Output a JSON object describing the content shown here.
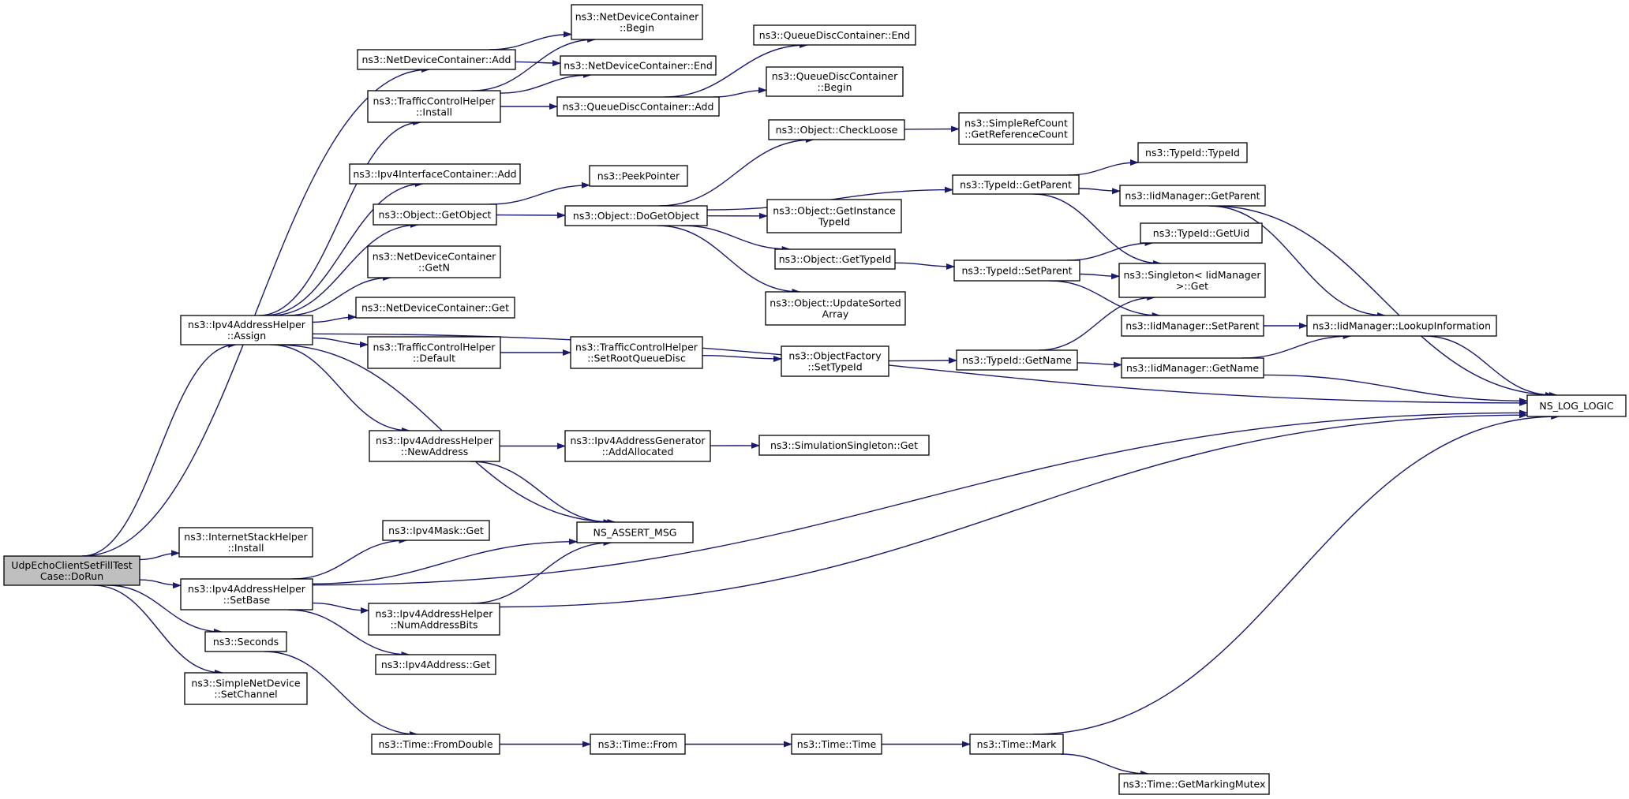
{
  "colors": {
    "edge": "#191970",
    "node_border": "#000000",
    "root_fill": "#bfbfbf",
    "node_fill": "#ffffff"
  },
  "nodes": [
    {
      "id": "root",
      "lines": [
        "UdpEchoClientSetFillTest",
        "Case::DoRun"
      ],
      "root": true
    },
    {
      "id": "ndc_add",
      "lines": [
        "ns3::NetDeviceContainer::Add"
      ]
    },
    {
      "id": "ndc_begin",
      "lines": [
        "ns3::NetDeviceContainer",
        "::Begin"
      ]
    },
    {
      "id": "ndc_end",
      "lines": [
        "ns3::NetDeviceContainer::End"
      ]
    },
    {
      "id": "tch_install",
      "lines": [
        "ns3::TrafficControlHelper",
        "::Install"
      ]
    },
    {
      "id": "qdc_end",
      "lines": [
        "ns3::QueueDiscContainer::End"
      ]
    },
    {
      "id": "qdc_begin",
      "lines": [
        "ns3::QueueDiscContainer",
        "::Begin"
      ]
    },
    {
      "id": "qdc_add",
      "lines": [
        "ns3::QueueDiscContainer::Add"
      ]
    },
    {
      "id": "ipv4ic_add",
      "lines": [
        "ns3::Ipv4InterfaceContainer::Add"
      ]
    },
    {
      "id": "peekpointer",
      "lines": [
        "ns3::PeekPointer"
      ]
    },
    {
      "id": "obj_checkloose",
      "lines": [
        "ns3::Object::CheckLoose"
      ]
    },
    {
      "id": "simplerefcount",
      "lines": [
        "ns3::SimpleRefCount",
        "::GetReferenceCount"
      ]
    },
    {
      "id": "typeid_typeid",
      "lines": [
        "ns3::TypeId::TypeId"
      ]
    },
    {
      "id": "obj_getobject",
      "lines": [
        "ns3::Object::GetObject"
      ]
    },
    {
      "id": "obj_dogetobject",
      "lines": [
        "ns3::Object::DoGetObject"
      ]
    },
    {
      "id": "typeid_getparent",
      "lines": [
        "ns3::TypeId::GetParent"
      ]
    },
    {
      "id": "iid_getparent",
      "lines": [
        "ns3::IidManager::GetParent"
      ]
    },
    {
      "id": "obj_getinstancetypeid",
      "lines": [
        "ns3::Object::GetInstance",
        "TypeId"
      ]
    },
    {
      "id": "ndc_getn",
      "lines": [
        "ns3::NetDeviceContainer",
        "::GetN"
      ]
    },
    {
      "id": "typeid_getuid",
      "lines": [
        "ns3::TypeId::GetUid"
      ]
    },
    {
      "id": "obj_gettypeid",
      "lines": [
        "ns3::Object::GetTypeId"
      ]
    },
    {
      "id": "typeid_setparent",
      "lines": [
        "ns3::TypeId::SetParent"
      ]
    },
    {
      "id": "singleton_get",
      "lines": [
        "ns3::Singleton< IidManager",
        " >::Get"
      ]
    },
    {
      "id": "ndc_get",
      "lines": [
        "ns3::NetDeviceContainer::Get"
      ]
    },
    {
      "id": "obj_updatesorted",
      "lines": [
        "ns3::Object::UpdateSorted",
        "Array"
      ]
    },
    {
      "id": "ipv4ah_assign",
      "lines": [
        "ns3::Ipv4AddressHelper",
        "::Assign"
      ]
    },
    {
      "id": "iid_setparent",
      "lines": [
        "ns3::IidManager::SetParent"
      ]
    },
    {
      "id": "iid_lookup",
      "lines": [
        "ns3::IidManager::LookupInformation"
      ]
    },
    {
      "id": "tch_default",
      "lines": [
        "ns3::TrafficControlHelper",
        "::Default"
      ]
    },
    {
      "id": "tch_setrootqueuedisc",
      "lines": [
        "ns3::TrafficControlHelper",
        "::SetRootQueueDisc"
      ]
    },
    {
      "id": "objfactory_settypeid",
      "lines": [
        "ns3::ObjectFactory",
        "::SetTypeId"
      ]
    },
    {
      "id": "typeid_getname",
      "lines": [
        "ns3::TypeId::GetName"
      ]
    },
    {
      "id": "iid_getname",
      "lines": [
        "ns3::IidManager::GetName"
      ]
    },
    {
      "id": "ns_log_logic",
      "lines": [
        "NS_LOG_LOGIC"
      ]
    },
    {
      "id": "ipv4ah_newaddress",
      "lines": [
        "ns3::Ipv4AddressHelper",
        "::NewAddress"
      ]
    },
    {
      "id": "ipv4ag_addallocated",
      "lines": [
        "ns3::Ipv4AddressGenerator",
        "::AddAllocated"
      ]
    },
    {
      "id": "simsingleton_get",
      "lines": [
        "ns3::SimulationSingleton::Get"
      ]
    },
    {
      "id": "ish_install",
      "lines": [
        "ns3::InternetStackHelper",
        "::Install"
      ]
    },
    {
      "id": "ipv4mask_get",
      "lines": [
        "ns3::Ipv4Mask::Get"
      ]
    },
    {
      "id": "ns_assert_msg",
      "lines": [
        "NS_ASSERT_MSG"
      ]
    },
    {
      "id": "ipv4ah_setbase",
      "lines": [
        "ns3::Ipv4AddressHelper",
        "::SetBase"
      ]
    },
    {
      "id": "ipv4ah_numaddressbits",
      "lines": [
        "ns3::Ipv4AddressHelper",
        "::NumAddressBits"
      ]
    },
    {
      "id": "seconds",
      "lines": [
        "ns3::Seconds"
      ]
    },
    {
      "id": "ipv4address_get",
      "lines": [
        "ns3::Ipv4Address::Get"
      ]
    },
    {
      "id": "snd_setchannel",
      "lines": [
        "ns3::SimpleNetDevice",
        "::SetChannel"
      ]
    },
    {
      "id": "time_fromdouble",
      "lines": [
        "ns3::Time::FromDouble"
      ]
    },
    {
      "id": "time_from",
      "lines": [
        "ns3::Time::From"
      ]
    },
    {
      "id": "time_time",
      "lines": [
        "ns3::Time::Time"
      ]
    },
    {
      "id": "time_mark",
      "lines": [
        "ns3::Time::Mark"
      ]
    },
    {
      "id": "time_getmarkingmutex",
      "lines": [
        "ns3::Time::GetMarkingMutex"
      ]
    }
  ],
  "edges": [
    [
      "root",
      "ndc_add"
    ],
    [
      "root",
      "ipv4ah_assign"
    ],
    [
      "root",
      "ish_install"
    ],
    [
      "root",
      "ipv4ah_setbase"
    ],
    [
      "root",
      "seconds"
    ],
    [
      "root",
      "snd_setchannel"
    ],
    [
      "ndc_add",
      "ndc_begin"
    ],
    [
      "ndc_add",
      "ndc_end"
    ],
    [
      "tch_install",
      "ndc_begin"
    ],
    [
      "tch_install",
      "ndc_end"
    ],
    [
      "tch_install",
      "qdc_add"
    ],
    [
      "qdc_add",
      "qdc_end"
    ],
    [
      "qdc_add",
      "qdc_begin"
    ],
    [
      "ipv4ah_assign",
      "tch_install"
    ],
    [
      "ipv4ah_assign",
      "ipv4ic_add"
    ],
    [
      "ipv4ah_assign",
      "obj_getobject"
    ],
    [
      "ipv4ah_assign",
      "ndc_getn"
    ],
    [
      "ipv4ah_assign",
      "ndc_get"
    ],
    [
      "ipv4ah_assign",
      "tch_default"
    ],
    [
      "ipv4ah_assign",
      "ns_log_logic"
    ],
    [
      "ipv4ah_assign",
      "ipv4ah_newaddress"
    ],
    [
      "ipv4ah_assign",
      "ns_assert_msg"
    ],
    [
      "obj_getobject",
      "peekpointer"
    ],
    [
      "obj_getobject",
      "obj_dogetobject"
    ],
    [
      "obj_dogetobject",
      "obj_checkloose"
    ],
    [
      "obj_dogetobject",
      "typeid_getparent"
    ],
    [
      "obj_dogetobject",
      "obj_getinstancetypeid"
    ],
    [
      "obj_dogetobject",
      "obj_gettypeid"
    ],
    [
      "obj_dogetobject",
      "obj_updatesorted"
    ],
    [
      "obj_checkloose",
      "simplerefcount"
    ],
    [
      "typeid_getparent",
      "typeid_typeid"
    ],
    [
      "typeid_getparent",
      "iid_getparent"
    ],
    [
      "typeid_getparent",
      "singleton_get"
    ],
    [
      "iid_getparent",
      "iid_lookup"
    ],
    [
      "iid_getparent",
      "ns_log_logic"
    ],
    [
      "obj_gettypeid",
      "typeid_setparent"
    ],
    [
      "typeid_setparent",
      "typeid_getuid"
    ],
    [
      "typeid_setparent",
      "singleton_get"
    ],
    [
      "typeid_setparent",
      "iid_setparent"
    ],
    [
      "iid_setparent",
      "iid_lookup"
    ],
    [
      "iid_lookup",
      "ns_log_logic"
    ],
    [
      "tch_default",
      "tch_setrootqueuedisc"
    ],
    [
      "tch_setrootqueuedisc",
      "objfactory_settypeid"
    ],
    [
      "objfactory_settypeid",
      "typeid_getname"
    ],
    [
      "typeid_getname",
      "singleton_get"
    ],
    [
      "typeid_getname",
      "iid_getname"
    ],
    [
      "iid_getname",
      "iid_lookup"
    ],
    [
      "iid_getname",
      "ns_log_logic"
    ],
    [
      "ipv4ah_newaddress",
      "ipv4ag_addallocated"
    ],
    [
      "ipv4ah_newaddress",
      "ns_assert_msg"
    ],
    [
      "ipv4ag_addallocated",
      "simsingleton_get"
    ],
    [
      "ipv4ah_setbase",
      "ipv4mask_get"
    ],
    [
      "ipv4ah_setbase",
      "ns_assert_msg"
    ],
    [
      "ipv4ah_setbase",
      "ipv4ah_numaddressbits"
    ],
    [
      "ipv4ah_setbase",
      "ipv4address_get"
    ],
    [
      "ipv4ah_setbase",
      "ns_log_logic"
    ],
    [
      "ipv4ah_numaddressbits",
      "ns_assert_msg"
    ],
    [
      "ipv4ah_numaddressbits",
      "ns_log_logic"
    ],
    [
      "seconds",
      "time_fromdouble"
    ],
    [
      "time_fromdouble",
      "time_from"
    ],
    [
      "time_from",
      "time_time"
    ],
    [
      "time_time",
      "time_mark"
    ],
    [
      "time_mark",
      "ns_log_logic"
    ],
    [
      "time_mark",
      "time_getmarkingmutex"
    ]
  ]
}
